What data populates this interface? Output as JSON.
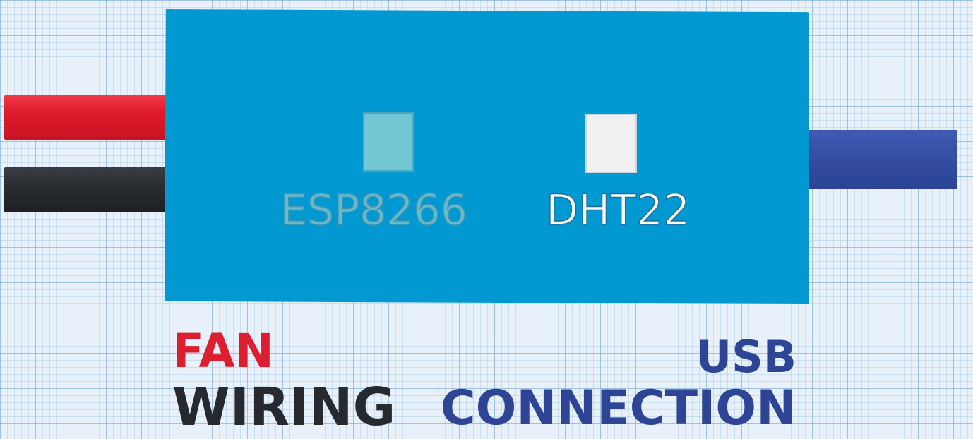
{
  "colors": {
    "enclosure": "#0299d3",
    "wire_red": "#e01c2c",
    "wire_black": "#2a2d31",
    "wire_blue": "#334da2",
    "esp_chip": "#73c7d5",
    "dht_chip": "#f0f0f0"
  },
  "components": {
    "esp": {
      "label": "ESP8266"
    },
    "dht": {
      "label": "DHT22"
    }
  },
  "captions": {
    "fan": {
      "line1": "FAN",
      "line2": "WIRING"
    },
    "usb": {
      "line1": "USB",
      "line2": "CONNECTION"
    }
  }
}
